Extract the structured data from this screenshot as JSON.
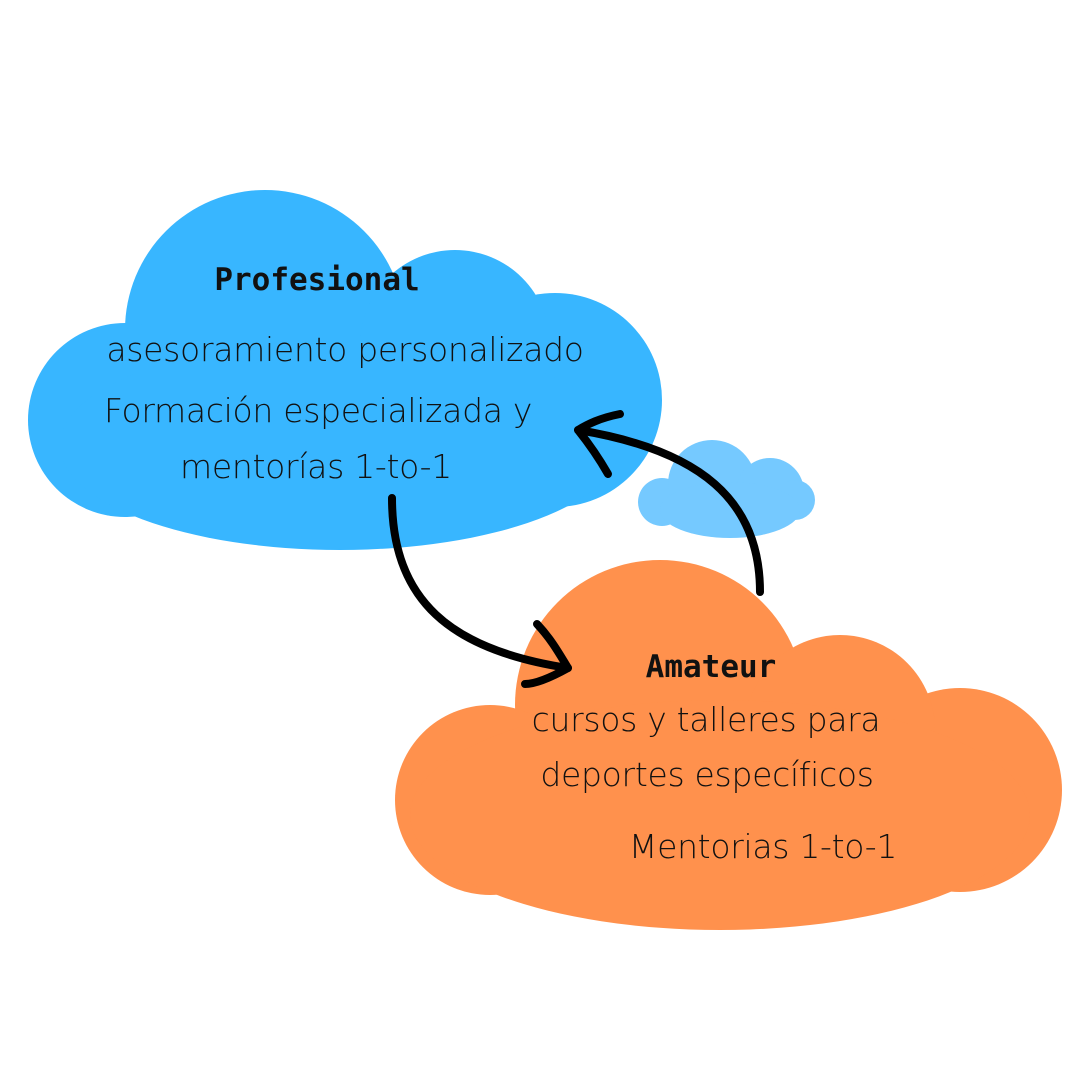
{
  "colors": {
    "professional": "#38B6FF",
    "amateur": "#FF914D",
    "small_cloud": "#75C9FF",
    "arrow": "#000000"
  },
  "professional": {
    "title": "Profesional",
    "lines": [
      "asesoramiento personalizado",
      "Formación especializada y",
      "mentorías 1-to-1"
    ]
  },
  "amateur": {
    "title": "Amateur",
    "lines": [
      "cursos y talleres para",
      "deportes específicos",
      "Mentorias 1-to-1"
    ]
  }
}
